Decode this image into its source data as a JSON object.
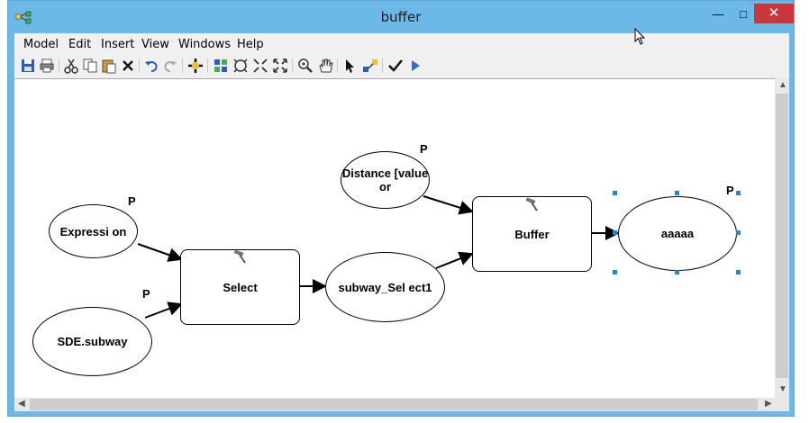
{
  "window": {
    "title": "buffer",
    "buttons": {
      "minimize": "—",
      "maximize": "□",
      "close": "✕"
    }
  },
  "menu": [
    "Model",
    "Edit",
    "Insert",
    "View",
    "Windows",
    "Help"
  ],
  "toolbar": [
    {
      "icon": "save-icon"
    },
    {
      "icon": "print-icon"
    },
    {
      "icon": "cut-icon"
    },
    {
      "icon": "copy-icon"
    },
    {
      "icon": "paste-icon"
    },
    {
      "icon": "delete-icon"
    },
    {
      "icon": "undo-icon"
    },
    {
      "icon": "redo-icon"
    },
    {
      "icon": "add-data-icon"
    },
    {
      "icon": "auto-layout-icon"
    },
    {
      "icon": "full-extent-icon"
    },
    {
      "icon": "zoom-in-fixed-icon"
    },
    {
      "icon": "zoom-out-fixed-icon"
    },
    {
      "icon": "zoom-icon"
    },
    {
      "icon": "pan-icon"
    },
    {
      "icon": "select-icon"
    },
    {
      "icon": "connect-icon"
    },
    {
      "icon": "validate-icon"
    },
    {
      "icon": "run-icon"
    }
  ],
  "model": {
    "expression": "Expressi on",
    "sde_subway": "SDE.subway",
    "select_tool": "Select",
    "subway_select1": "subway_Sel ect1",
    "distance": "Distance [value or",
    "buffer_tool": "Buffer",
    "output": "aaaaa",
    "parameter_marker": "P"
  },
  "colors": {
    "title_bar": "#6cb8e6",
    "close_button": "#c9373c",
    "selection_handle": "#1e88d8"
  }
}
